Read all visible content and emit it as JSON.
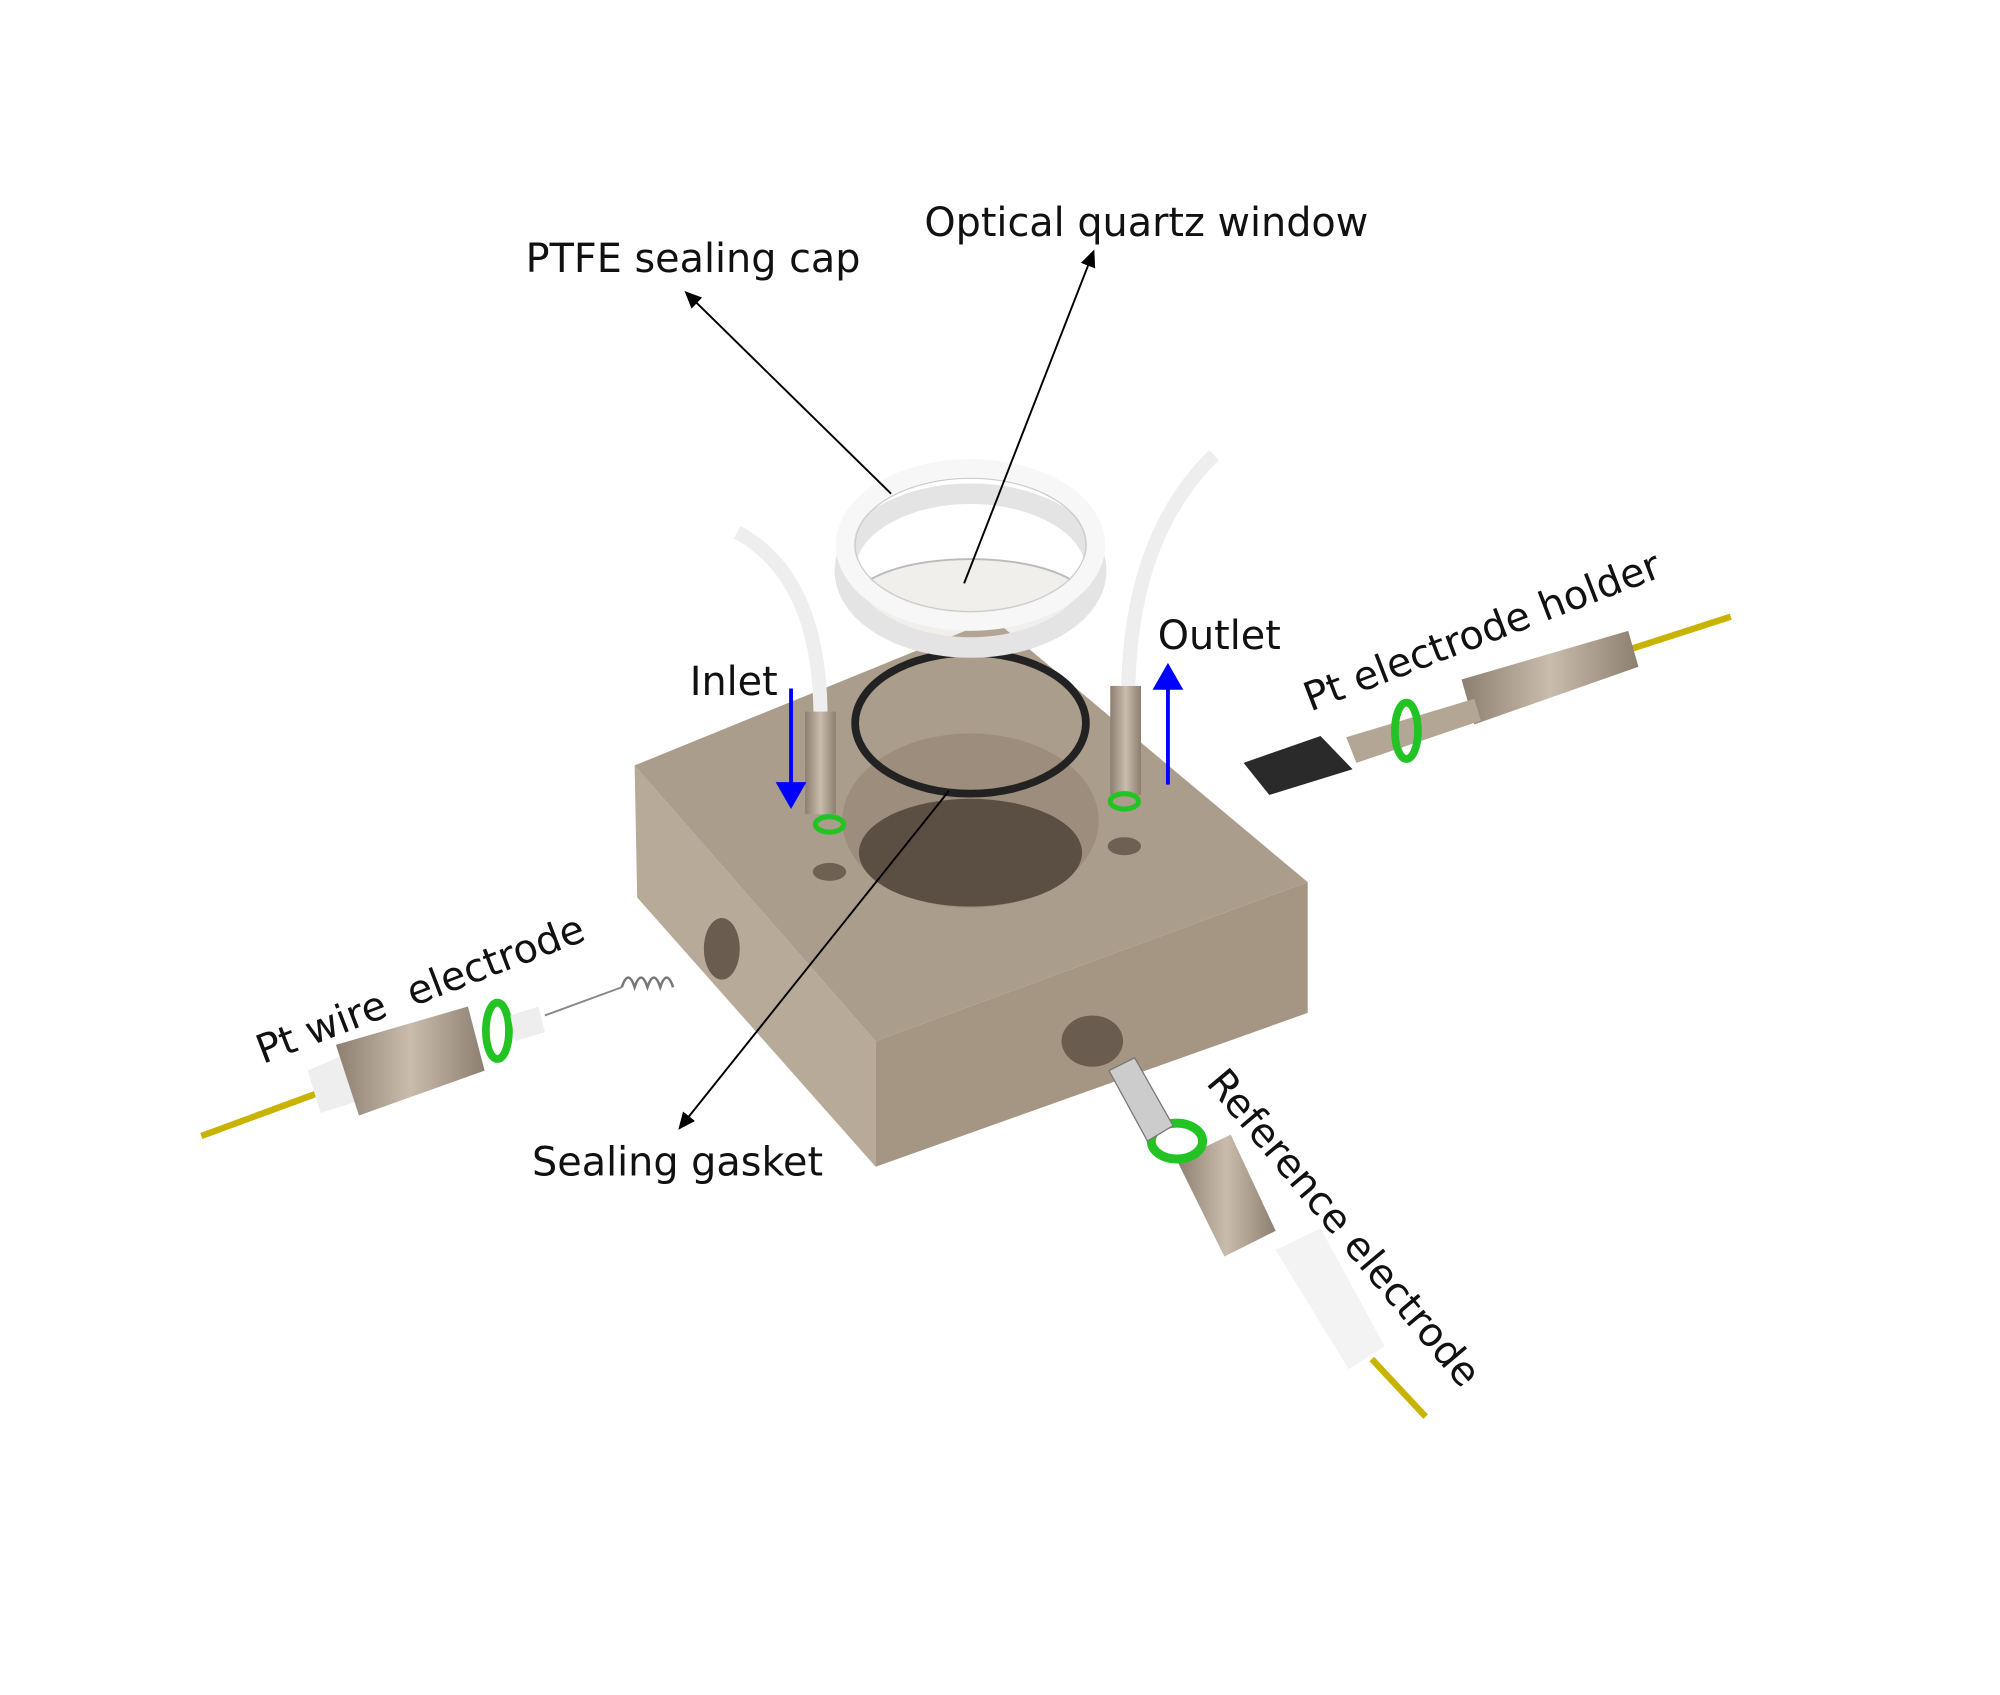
{
  "labels": {
    "ptfe_cap": "PTFE sealing cap",
    "quartz_window": "Optical quartz window",
    "inlet": "Inlet",
    "outlet": "Outlet",
    "pt_holder": "Pt electrode holder",
    "pt_wire": "Pt wire  electrode",
    "gasket": "Sealing gasket",
    "reference": "Reference electrode"
  },
  "colors": {
    "block_top": "#ab9d8c",
    "block_left": "#b8aa99",
    "block_right": "#a59684",
    "flow_arrow": "#0000ff",
    "oring": "#22c322",
    "wire": "#c8b400"
  }
}
